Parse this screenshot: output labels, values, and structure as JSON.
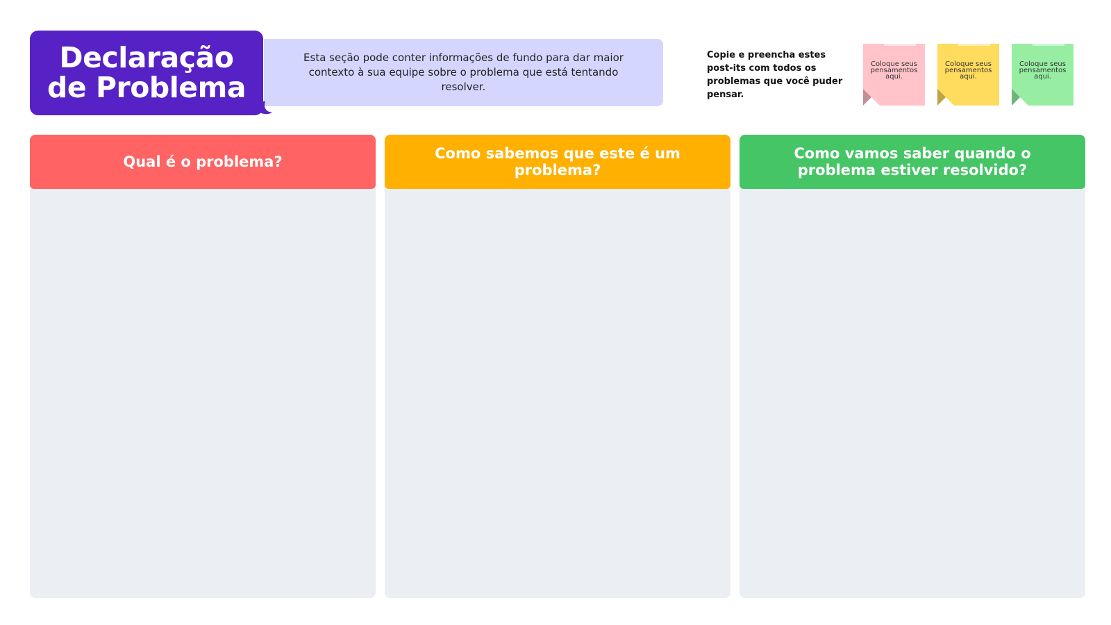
{
  "header": {
    "title_line1": "Declaração",
    "title_line2": "de Problema",
    "title_color": "#5622c6",
    "context_text": "Esta seção pode conter informações de fundo para dar maior contexto à sua equipe sobre o problema que está tentando resolver.",
    "context_bg": "#d4d6ff"
  },
  "instruction": {
    "text": "Copie e preencha estes post-its com todos os problemas que você puder pensar."
  },
  "sticky_notes": [
    {
      "text": "Coloque seus pensamentos aqui.",
      "color": "#ffc3c9"
    },
    {
      "text": "Coloque seus pensamentos aqui.",
      "color": "#ffdb5e"
    },
    {
      "text": "Coloque seus pensamentos aqui.",
      "color": "#97eea3"
    }
  ],
  "columns": [
    {
      "heading": "Qual é o problema?",
      "color": "#ff6363"
    },
    {
      "heading": "Como sabemos que este é um problema?",
      "color": "#ffb000"
    },
    {
      "heading": "Como vamos saber quando o problema estiver resolvido?",
      "color": "#45c566"
    }
  ]
}
